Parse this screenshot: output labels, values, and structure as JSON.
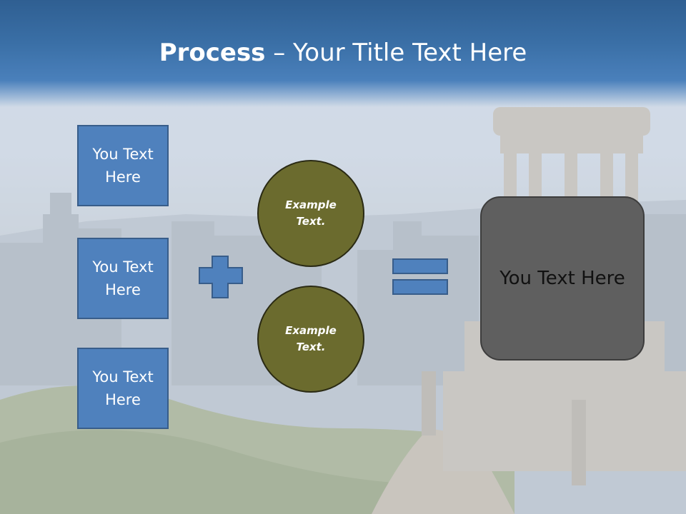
{
  "title": {
    "bold": "Process",
    "rest": " – Your Title Text Here"
  },
  "left_boxes": [
    {
      "label": "You Text Here"
    },
    {
      "label": "You Text Here"
    },
    {
      "label": "You Text Here"
    }
  ],
  "circles": [
    {
      "label": "Example Text."
    },
    {
      "label": "Example Text."
    }
  ],
  "result": {
    "label": "You Text Here"
  },
  "colors": {
    "title_band": "#3a6fa6",
    "box_fill": "#4f81bd",
    "box_border": "#385d8a",
    "circle_fill": "#6b6b2e",
    "result_fill": "#5f5f5f"
  }
}
